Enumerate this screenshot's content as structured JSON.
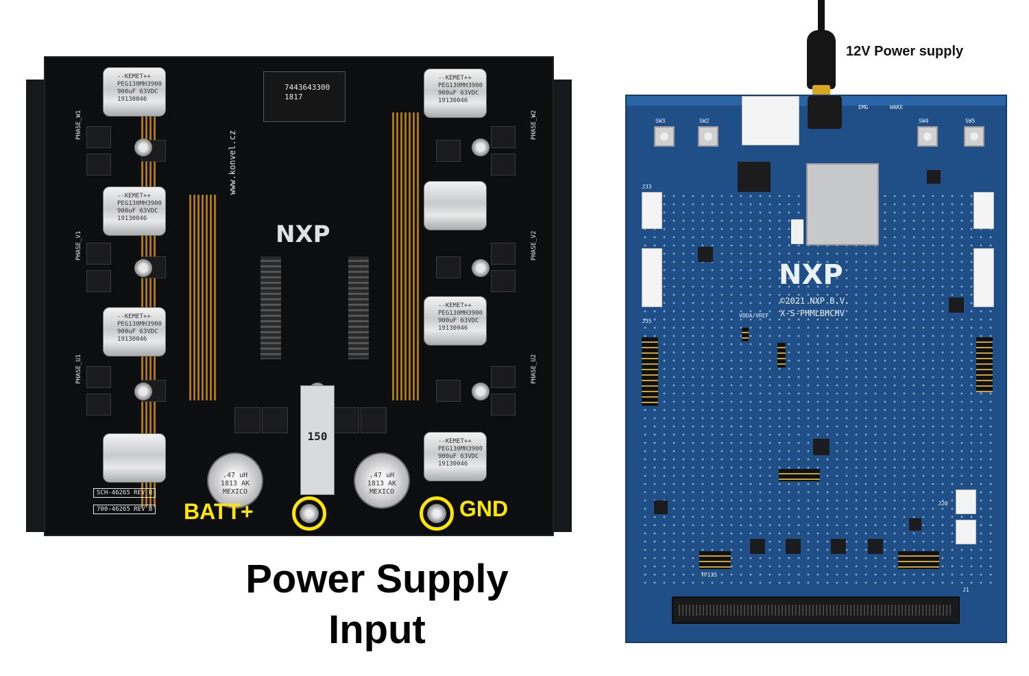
{
  "captions": {
    "power_supply_input_line1": "Power Supply",
    "power_supply_input_line2": "Input",
    "supply_12v": "12V Power supply"
  },
  "power_board": {
    "terminal_positive": "BATT+",
    "terminal_ground": "GND",
    "logo": "NXP",
    "fuse": "150",
    "inductor": "7443643300\n1817",
    "choke_marking": ".47 uH\n1813 AK\nMEXICO",
    "silk_rev_sch": "SCH-46265 REV B",
    "silk_rev_700": "700-46265 REV B",
    "silk_url": "www.konvel.cz",
    "phase_labels": [
      "PHASE_W1",
      "PHASE_V1",
      "PHASE_U1",
      "PHASE_W2",
      "PHASE_V2",
      "PHASE_U2"
    ],
    "capacitor_marking": "--KEMET++\nPEG130MH3900\n900uF 63VDC\n19130046"
  },
  "control_board": {
    "logo": "NXP",
    "copyright": "©2021 NXP B.V.",
    "part_number": "X-S-PHMLBHCHV",
    "labels": [
      "SW3",
      "SW2",
      "SW4",
      "SW5",
      "J33",
      "J35",
      "J20",
      "TP135",
      "EMG",
      "WAKE",
      "VDDA/VREF",
      "J1"
    ]
  },
  "colors": {
    "highlight": "#ffe600",
    "control_pcb": "#1f4f86",
    "power_pcb": "#0d0e10"
  }
}
